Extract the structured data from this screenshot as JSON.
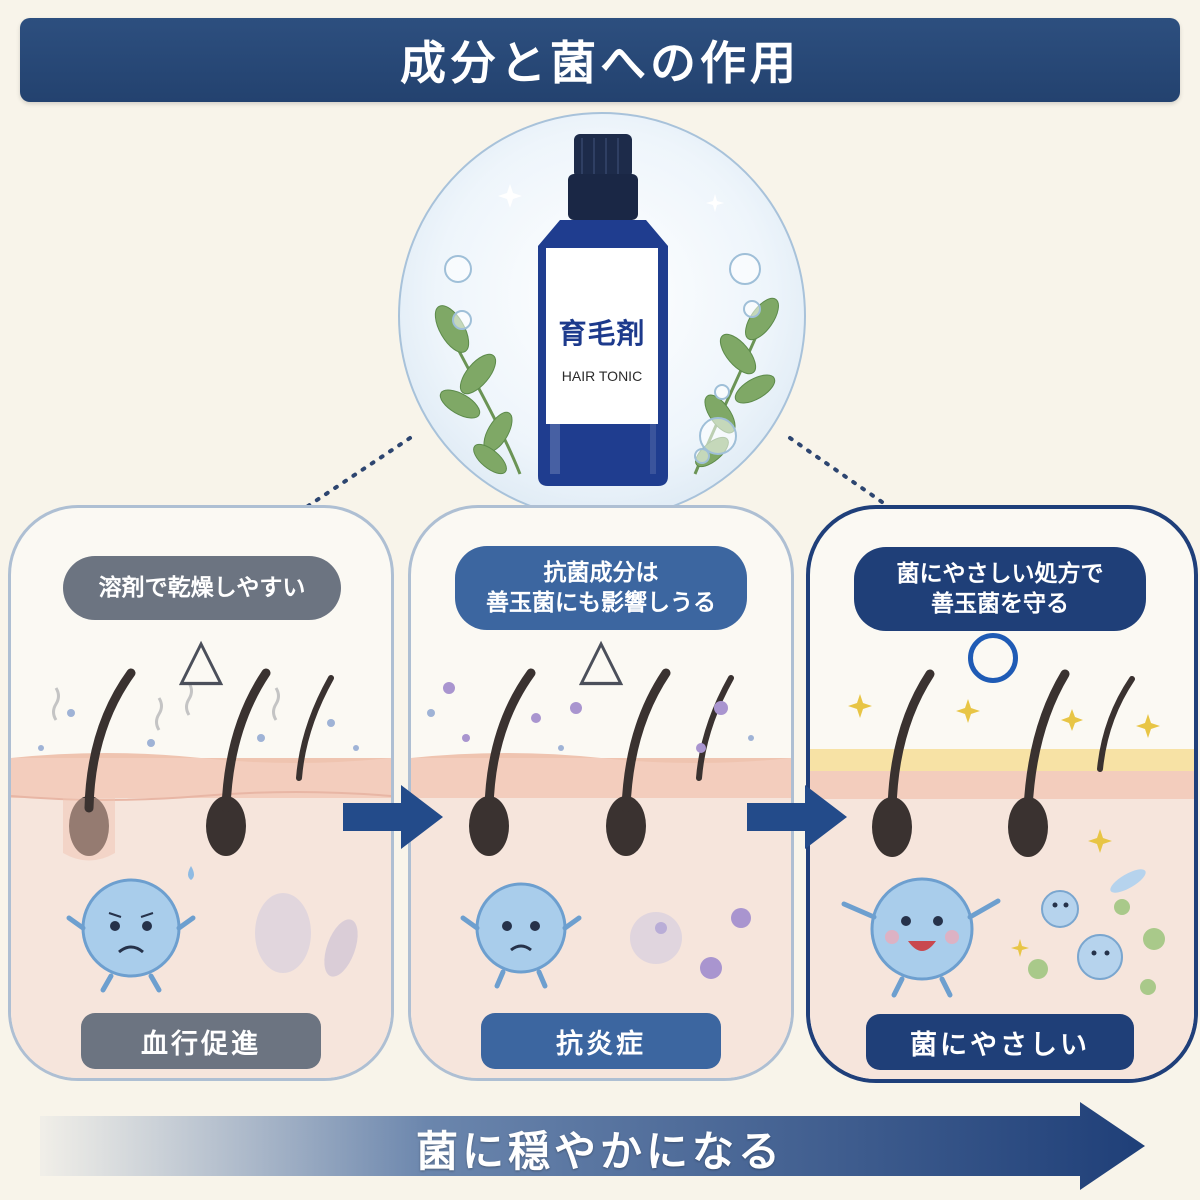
{
  "header": {
    "title": "成分と菌への作用"
  },
  "product": {
    "name_jp": "育毛剤",
    "name_en": "HAIR TONIC"
  },
  "panels": [
    {
      "top_label": "溶剤で乾燥しやすい",
      "mark": "△",
      "bottom_label": "血行促進"
    },
    {
      "top_label_line1": "抗菌成分は",
      "top_label_line2": "善玉菌にも影響しうる",
      "mark": "△",
      "bottom_label": "抗炎症"
    },
    {
      "top_label_line1": "菌にやさしい処方で",
      "top_label_line2": "善玉菌を守る",
      "mark": "○",
      "bottom_label": "菌にやさしい"
    }
  ],
  "footer": {
    "arrow_text": "菌に穏やかになる"
  },
  "colors": {
    "navy": "#1f3f78",
    "mid_blue": "#3c66a0",
    "grey": "#6c7481",
    "background": "#f8f4ea"
  }
}
